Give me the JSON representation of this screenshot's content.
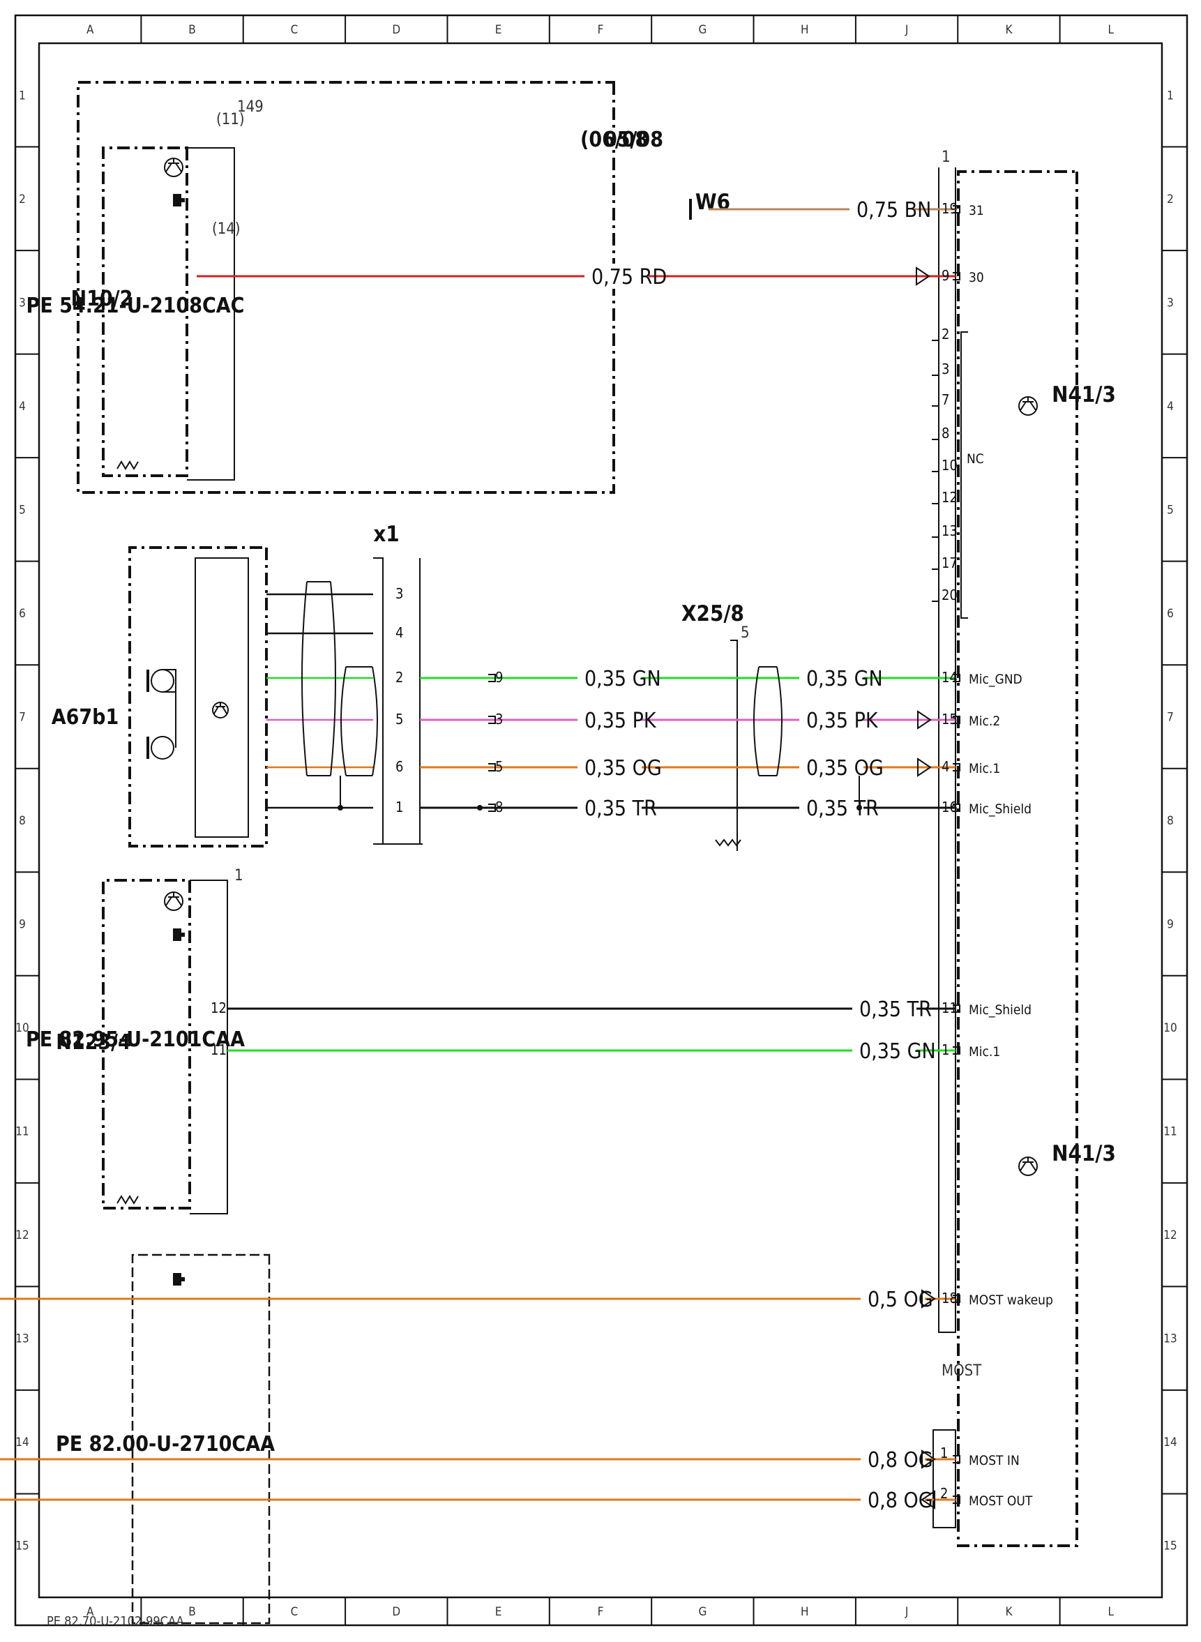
{
  "grid": {
    "letters": [
      "L",
      "K",
      "J",
      "H",
      "G",
      "F",
      "E",
      "D",
      "C",
      "B",
      "A"
    ],
    "numbers": [
      "1",
      "2",
      "3",
      "4",
      "5",
      "6",
      "7",
      "8",
      "9",
      "10",
      "11",
      "12",
      "13",
      "14",
      "15"
    ]
  },
  "colors": {
    "BN": "#b8875a",
    "RD": "#d42020",
    "GN": "#22dd22",
    "PK": "#e060c0",
    "OG": "#e07818",
    "TR": "#111111"
  },
  "doc_code": "PE 82.70-U-2102-99CAA",
  "modules": {
    "n10_2": {
      "name": "N10/2",
      "ref": "PE 54.21-U-2108CAC",
      "date_note_1": "05/08",
      "date_note_2": "(06/08",
      "conn_num": "149",
      "conn_sub": "(11)",
      "pin": "(14)"
    },
    "a67b1": {
      "name": "A67b1"
    },
    "n123_4": {
      "name": "N123/4",
      "ref": "PE 82.95-U-2101CAA",
      "conn_num": "1",
      "pins": [
        "12",
        "11"
      ]
    },
    "pe_most": {
      "ref": "PE 82.00-U-2710CAA"
    },
    "n41_3_top": {
      "name": "N41/3",
      "conn_num": "1",
      "nc_label": "NC",
      "nc_pins": [
        "2",
        "3",
        "7",
        "8",
        "10",
        "12",
        "13",
        "17",
        "20"
      ]
    },
    "n41_3_bottom": {
      "name": "N41/3"
    },
    "w6": {
      "name": "W6"
    },
    "x1": {
      "name": "x1",
      "pins": [
        "3",
        "4",
        "2",
        "5",
        "6",
        "1"
      ]
    },
    "x25_8": {
      "name": "X25/8",
      "conn_num": "5",
      "pins": [
        "9",
        "3",
        "5",
        "8"
      ]
    },
    "most": {
      "name": "MOST",
      "pins": [
        "1",
        "2"
      ]
    }
  },
  "wires": [
    {
      "id": "w6-31",
      "label": "0,75 BN",
      "color": "BN",
      "pin": "19",
      "signal": "31"
    },
    {
      "id": "n10-30",
      "label": "0,75 RD",
      "color": "RD",
      "pin": "9",
      "signal": "30"
    },
    {
      "id": "mic-gnd-a",
      "label": "0,35 GN",
      "color": "GN"
    },
    {
      "id": "mic-gnd-b",
      "label": "0,35 GN",
      "color": "GN",
      "pin": "14",
      "signal": "Mic_GND"
    },
    {
      "id": "mic2-a",
      "label": "0,35 PK",
      "color": "PK"
    },
    {
      "id": "mic2-b",
      "label": "0,35 PK",
      "color": "PK",
      "pin": "15",
      "signal": "Mic.2"
    },
    {
      "id": "mic1-a",
      "label": "0,35 OG",
      "color": "OG"
    },
    {
      "id": "mic1-b",
      "label": "0,35 OG",
      "color": "OG",
      "pin": "4",
      "signal": "Mic.1"
    },
    {
      "id": "shield-a",
      "label": "0,35 TR",
      "color": "TR"
    },
    {
      "id": "shield-b",
      "label": "0,35 TR",
      "color": "TR",
      "pin": "16",
      "signal": "Mic_Shield"
    },
    {
      "id": "n123-shield",
      "label": "0,35 TR",
      "color": "TR",
      "pin": "11",
      "signal": "Mic_Shield"
    },
    {
      "id": "n123-mic1",
      "label": "0,35 GN",
      "color": "GN",
      "pin": "1",
      "signal": "Mic.1"
    },
    {
      "id": "most-wakeup",
      "label": "0,5 OG",
      "color": "OG",
      "pin": "18",
      "signal": "MOST wakeup"
    },
    {
      "id": "most-in",
      "label": "0,8 OG",
      "color": "OG",
      "signal": "MOST IN"
    },
    {
      "id": "most-out",
      "label": "0,8 OG",
      "color": "OG",
      "signal": "MOST OUT"
    }
  ]
}
